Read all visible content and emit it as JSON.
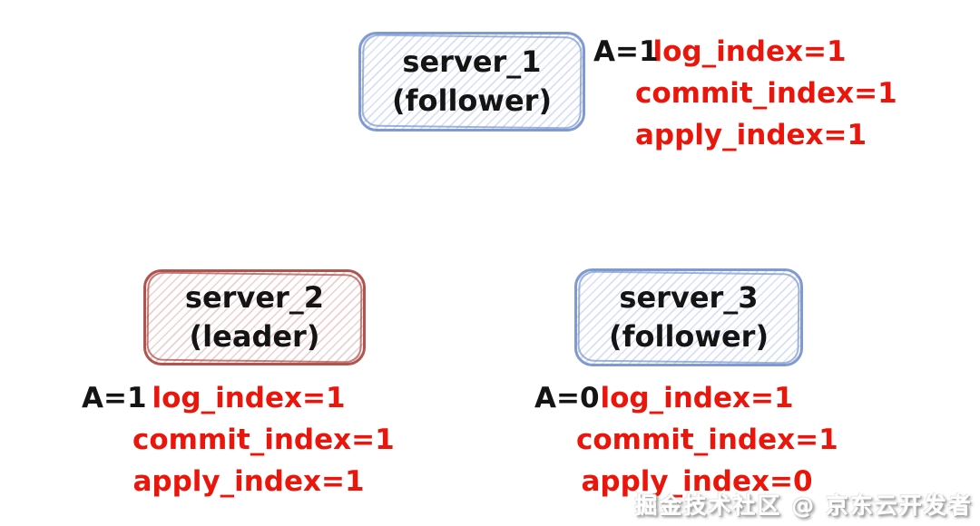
{
  "colors": {
    "stat_text_red": "#ea150b",
    "label_text_black": "#141414",
    "follower_box_border_blue": "#7f9ad2",
    "leader_box_border_red": "#b2534e"
  },
  "servers": [
    {
      "name": "server_1",
      "role": "(follower)",
      "variant": "follower-blue",
      "a_label": "A=1",
      "stats": [
        "log_index=1",
        "commit_index=1",
        "apply_index=1"
      ]
    },
    {
      "name": "server_2",
      "role": "(leader)",
      "variant": "leader-red",
      "a_label": "A=1",
      "stats": [
        "log_index=1",
        "commit_index=1",
        "apply_index=1"
      ]
    },
    {
      "name": "server_3",
      "role": "(follower)",
      "variant": "follower-blue",
      "a_label": "A=0",
      "stats": [
        "log_index=1",
        "commit_index=1",
        "apply_index=0"
      ]
    }
  ],
  "watermark": {
    "text": "掘金技术社区 @ 京东云开发者"
  }
}
